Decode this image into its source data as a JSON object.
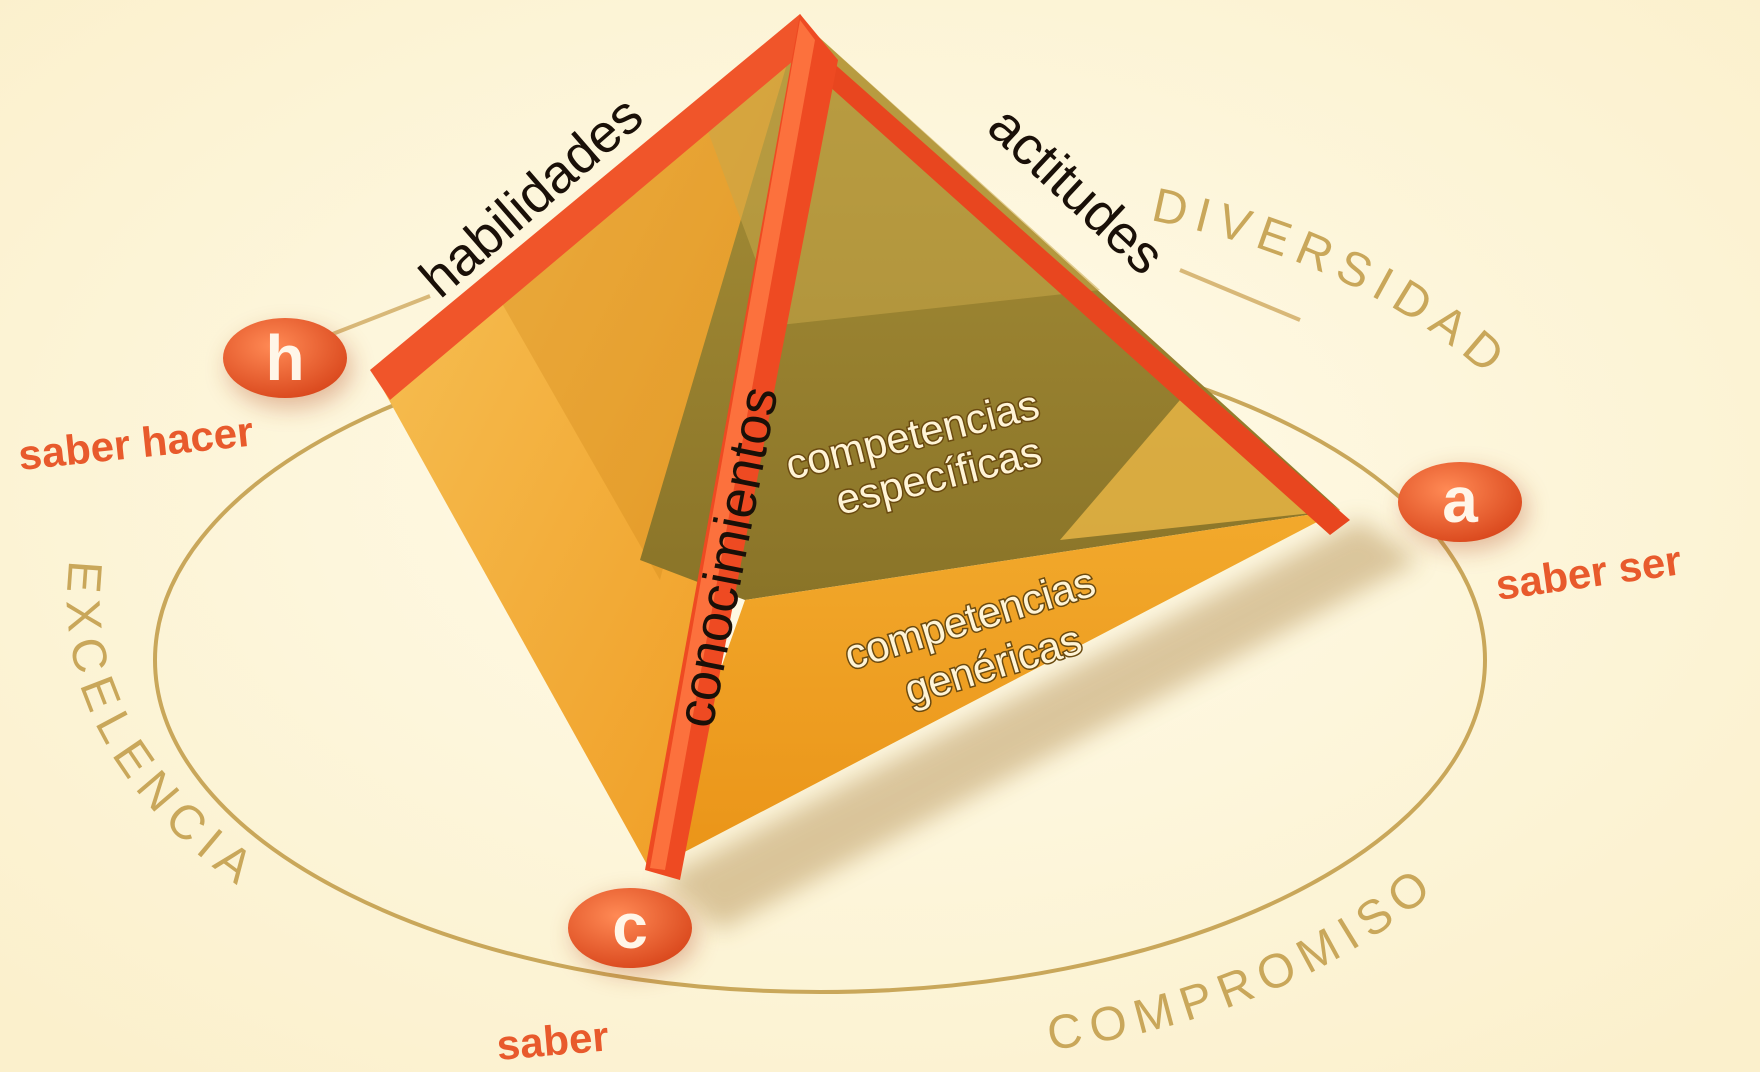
{
  "edges": {
    "left": "habilidades",
    "right": "actitudes",
    "front": "conocimientos"
  },
  "faces": {
    "upper_line1": "competencias",
    "upper_line2": "específicas",
    "lower_line1": "competencias",
    "lower_line2": "genéricas"
  },
  "nodes": {
    "h": {
      "letter": "h",
      "caption": "saber hacer"
    },
    "a": {
      "letter": "a",
      "caption": "saber ser"
    },
    "c": {
      "letter": "c",
      "caption": "saber"
    }
  },
  "ring": {
    "diversidad": "DIVERSIDAD",
    "excelencia": "EXCELENCIA",
    "compromiso": "COMPROMISO"
  },
  "colors": {
    "background": "#fdf6dc",
    "ring": "#c9a75a",
    "node": "#e65a2a",
    "pyramid_edge": "#f0552a",
    "caption": "#e85a2c"
  }
}
